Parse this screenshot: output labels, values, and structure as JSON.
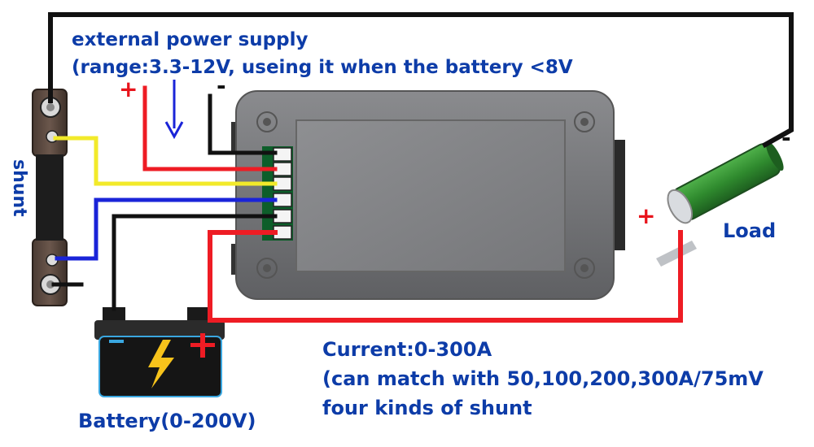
{
  "labels": {
    "supply_title": "external power supply",
    "supply_range": "(range:3.3-12V, useing it when the battery <8V",
    "supply_plus": "+",
    "supply_minus": "-",
    "shunt": "shunt",
    "load": "Load",
    "load_plus": "+",
    "load_minus": "-",
    "current_line1": "Current:0-300A",
    "current_line2": "(can match with 50,100,200,300A/75mV",
    "current_line3": "four kinds of shunt",
    "battery": "Battery(0-200V)"
  },
  "colors": {
    "wire_black": "#111111",
    "wire_red": "#ee1c24",
    "wire_yellow": "#f2ea2a",
    "wire_blue": "#1a24d8",
    "label_blue": "#1a24c9",
    "meter_body": "#7c7d80",
    "load_resistor": "#2f8a2e",
    "battery_accent": "#3aa7e0"
  },
  "icons": [
    "shunt-icon",
    "meter-icon",
    "battery-icon",
    "lightning-icon",
    "resistor-icon",
    "arrow-down-icon"
  ]
}
